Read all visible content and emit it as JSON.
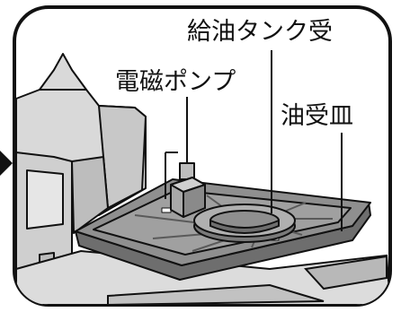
{
  "labels": {
    "tank_receiver": "給油タンク受",
    "pump": "電磁ポンプ",
    "oil_pan": "油受皿"
  },
  "colors": {
    "outline": "#111111",
    "frame_fill": "#ffffff",
    "body_gray": "#d9d9d9",
    "body_mid": "#bdbdbd",
    "tray_fill": "#8f8f8f",
    "tray_dark": "#6e6e6e",
    "tray_light": "#b0b0b0"
  },
  "icons": {
    "pointer": "black-right-arrowhead"
  }
}
